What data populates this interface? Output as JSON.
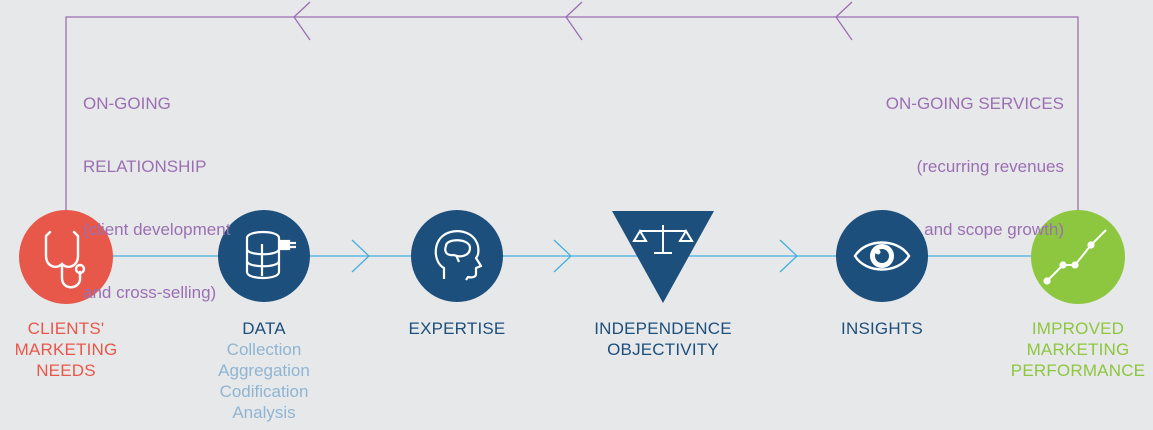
{
  "colors": {
    "feedback_line": "#9b6fb3",
    "flow_line": "#43b0e0",
    "clients": "#e8584a",
    "navy": "#1d4f7c",
    "improved": "#8dc63f",
    "background": "#e7e8ea",
    "sub_label": "#8fb5d3"
  },
  "feedback": {
    "left_note": [
      "ON-GOING",
      "RELATIONSHIP",
      "(client development",
      "and cross-selling)"
    ],
    "right_note": [
      "ON-GOING SERVICES",
      "(recurring revenues",
      "and scope growth)"
    ]
  },
  "nodes": [
    {
      "id": "clients",
      "icon": "stethoscope-icon",
      "label": [
        "CLIENTS'",
        "MARKETING",
        "NEEDS"
      ],
      "sub": []
    },
    {
      "id": "data",
      "icon": "database-icon",
      "label": [
        "DATA"
      ],
      "sub": [
        "Collection",
        "Aggregation",
        "Codification",
        "Analysis"
      ]
    },
    {
      "id": "expertise",
      "icon": "brain-head-icon",
      "label": [
        "EXPERTISE"
      ],
      "sub": []
    },
    {
      "id": "independence",
      "icon": "balance-scale-icon",
      "label": [
        "INDEPENDENCE",
        "OBJECTIVITY"
      ],
      "sub": []
    },
    {
      "id": "insights",
      "icon": "eye-icon",
      "label": [
        "INSIGHTS"
      ],
      "sub": []
    },
    {
      "id": "improved",
      "icon": "rising-chart-icon",
      "label": [
        "IMPROVED",
        "MARKETING",
        "PERFORMANCE"
      ],
      "sub": []
    }
  ]
}
